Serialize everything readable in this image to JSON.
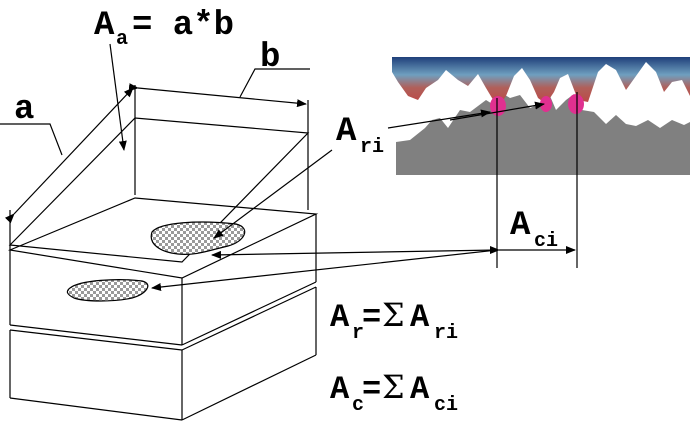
{
  "labels": {
    "aa_main": "A",
    "aa_sub": "a",
    "aa_rest": "= a*b",
    "b": "b",
    "a": "a",
    "ari_main": "A",
    "ari_sub": "ri",
    "aci_main": "A",
    "aci_sub": "ci"
  },
  "formulas": {
    "ar": {
      "lhs": "A",
      "lhs_sub": "r",
      "eq": "=",
      "sigma": "Σ",
      "rhs": "A",
      "rhs_sub": "ri"
    },
    "ac": {
      "lhs": "A",
      "lhs_sub": "c",
      "eq": "=",
      "sigma": "Σ",
      "rhs": "A",
      "rhs_sub": "ci"
    }
  },
  "colors": {
    "lines": "#000000",
    "surface_top_gradient": [
      "#1f3f7a",
      "#6f9fbf",
      "#b0605a",
      "#c04040"
    ],
    "contact_magenta": "#e03090",
    "surface_bottom": "#808080",
    "patch_fill": "#d8d8d8"
  }
}
